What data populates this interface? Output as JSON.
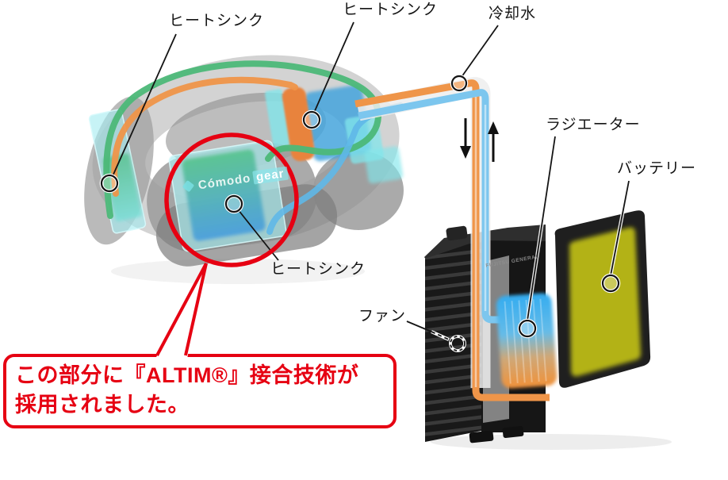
{
  "diagram": {
    "background": "#ffffff",
    "labels": {
      "heatsink_left": "ヒートシンク",
      "heatsink_right": "ヒートシンク",
      "heatsink_front": "ヒートシンク",
      "coolant_water": "冷却水",
      "radiator": "ラジエーター",
      "battery": "バッテリー",
      "fan": "ファン"
    },
    "callout": {
      "line1": "この部分に『ALTIM®』接合技術が",
      "line2": "採用されました。",
      "text_color": "#e60012",
      "border_color": "#e60012"
    },
    "branding": {
      "device_logo_main": "Cómodo",
      "device_logo_sub": "gear",
      "unit_brand": "FUJITSU GENERAL"
    },
    "flow": {
      "down_arrow": "↓",
      "up_arrow": "↑",
      "hot_line_color": "#ef9549",
      "cold_line_color": "#7cc6ee",
      "loop_line_color": "#4cb878"
    },
    "colors": {
      "heatsink_fill": "#a9ecee",
      "battery_cell": "#b3b218",
      "radiator_top": "#34acf0",
      "radiator_bottom": "#f0923a",
      "emphasis_red": "#e60012",
      "band_gray": "#a8a8a8",
      "unit_black": "#1d1d1d"
    }
  }
}
